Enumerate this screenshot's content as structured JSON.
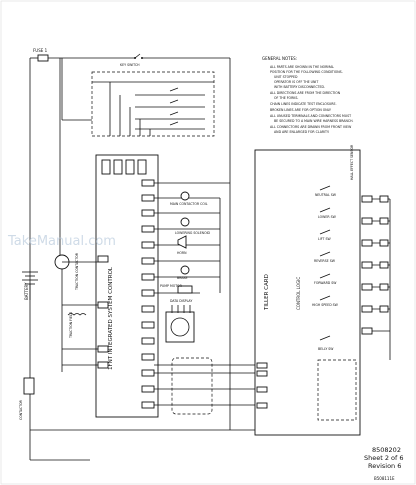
{
  "general_notes": {
    "title": "GENERAL NOTES:",
    "lines": [
      "ALL PARTS ARE SHOWN IN THE NORMAL",
      "POSITION FOR THE FOLLOWING CONDITIONS.",
      "UNIT STOPPED",
      "OPERATOR IS OFF THE UNIT",
      "WITH BATTERY DISCONNECTED.",
      "ALL DIRECTIONS ARE FROM THE DIRECTION",
      "OF THE FORKS.",
      "CHAIN LINES INDICATE TEST ENCLOSURE.",
      "BROKEN LINES ARE FOR OPTION ONLY",
      "ALL UNUSED TERMINALS AND CONNECTORS MUST",
      "BE SECURED TO A MAIN WIRE HARNESS BRANCH.",
      "ALL CONNECTORS ARE DRAWN FROM FRONT VIEW",
      "AND ARE ENLARGED FOR CLARITY."
    ]
  },
  "labels": {
    "fuse": "FUSE 1",
    "key_switch": "KEY SWITCH",
    "battery": "BATTERY",
    "traction_contactor": "TRACTION CONTACTOR",
    "traction_field": "TRACTION FIELD",
    "contactor": "CONTACTOR",
    "controller": "1FNT INTEGRATED SYSTEM CONTROL",
    "tiller_card": "TILLER CARD",
    "control_logic": "CONTROL LOGIC",
    "main_contactor_coil": "MAIN CONTACTOR COIL",
    "lowering_solenoid": "LOWERING SOLENOID",
    "horn": "HORN",
    "brake": "BRAKE",
    "pump_motor": "PUMP MOTOR",
    "data_display": "DATA DISPLAY",
    "hall_effect_sensor": "HALL EFFECT SENSOR",
    "switches": [
      "NEUTRAL SW",
      "LOWER SW",
      "LIFT SW",
      "REVERSE SW",
      "FORWARD SW",
      "HIGH SPEED SW",
      "BELLY SW"
    ]
  },
  "watermark": "TakeManual.com",
  "footer": {
    "drawing_number": "8508202",
    "sheet": "Sheet 2 of 6",
    "revision": "Revision 6",
    "page_code": "B508111E"
  }
}
